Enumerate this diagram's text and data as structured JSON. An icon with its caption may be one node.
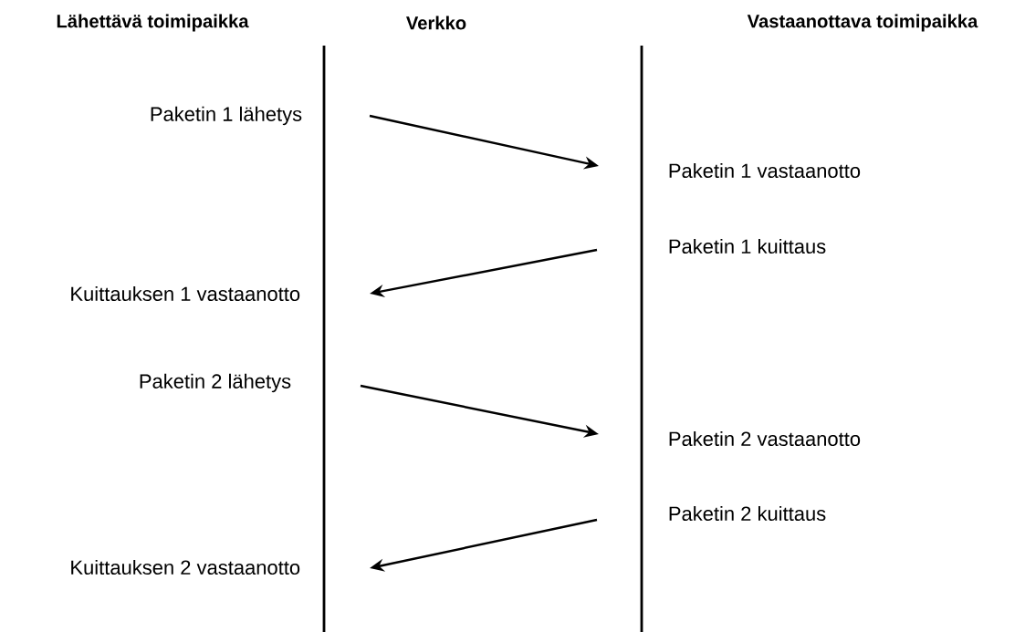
{
  "diagram": {
    "nodes": [
      {
        "text": [
          "Paketin 1 lähetys"
        ]
      },
      {
        "text": [
          "Paketin 1 vastaanotto"
        ]
      },
      {
        "text": [
          "Paketin 1 kuittaus"
        ]
      },
      {
        "text": [
          "Kuittauksen 1 vastaanotto"
        ]
      },
      {
        "text": [
          "Paketin 2 lähetys"
        ]
      },
      {
        "text": [
          "Paketin 2 vastaanotto"
        ]
      },
      {
        "text": [
          "Paketin 2 kuittaus"
        ]
      },
      {
        "text": [
          "Kuittauksen 2 vastaanotto"
        ]
      }
    ],
    "edges": [
      {
        "from": 0,
        "to": 1,
        "arrow": "to"
      },
      {
        "from": 2,
        "to": 3,
        "arrow": "to"
      },
      {
        "from": 4,
        "to": 5,
        "arrow": "to"
      },
      {
        "from": 6,
        "to": 7,
        "arrow": "to"
      }
    ],
    "labels": [
      "Lähettävä toimipaikka",
      "Verkko",
      "Vastaanottava toimipaikka"
    ]
  }
}
